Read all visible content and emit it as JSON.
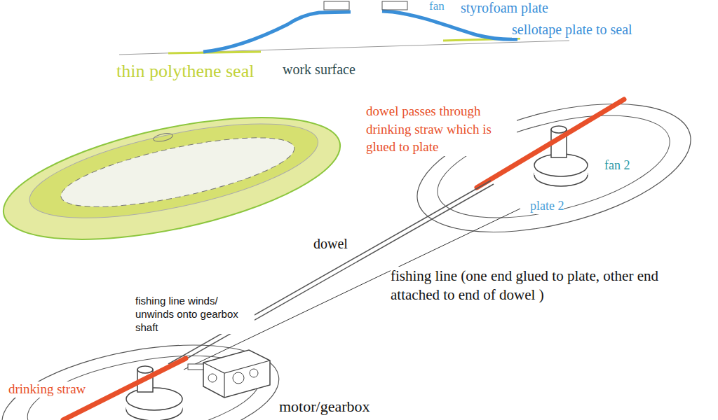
{
  "diagram": {
    "labels": [
      "fan",
      "styrofoam plate",
      "sellotape plate to seal",
      "thin polythene seal",
      "work surface",
      "dowel passes through drinking straw which is glued to plate",
      "fan 2",
      "plate 2",
      "dowel",
      "fishing line (one end glued to plate, other end attached to end of dowel )",
      "fishing line winds/ unwinds onto gearbox shaft",
      "drinking straw",
      "motor/gearbox"
    ]
  }
}
